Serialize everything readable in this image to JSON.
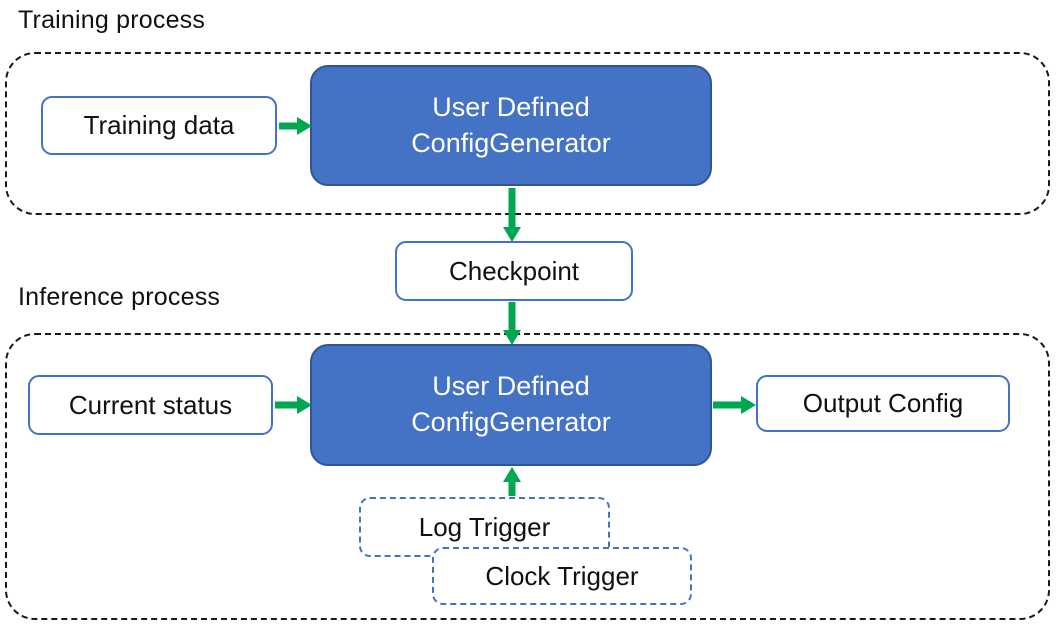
{
  "colors": {
    "accent_blue": "#4472C4",
    "accent_blue_dark": "#2F5597",
    "arrow_green": "#00A650",
    "dash_black": "#1a1a1a",
    "text_dark": "#111111",
    "text_light": "#ffffff"
  },
  "sections": {
    "training": {
      "label": "Training process"
    },
    "inference": {
      "label": "Inference process"
    }
  },
  "nodes": {
    "training_data": {
      "label": "Training data"
    },
    "training_generator": {
      "line1": "User Defined",
      "line2": "ConfigGenerator"
    },
    "checkpoint": {
      "label": "Checkpoint"
    },
    "current_status": {
      "label": "Current status"
    },
    "inference_generator": {
      "line1": "User Defined",
      "line2": "ConfigGenerator"
    },
    "output_config": {
      "label": "Output Config"
    },
    "log_trigger": {
      "label": "Log Trigger"
    },
    "clock_trigger": {
      "label": "Clock Trigger"
    }
  }
}
